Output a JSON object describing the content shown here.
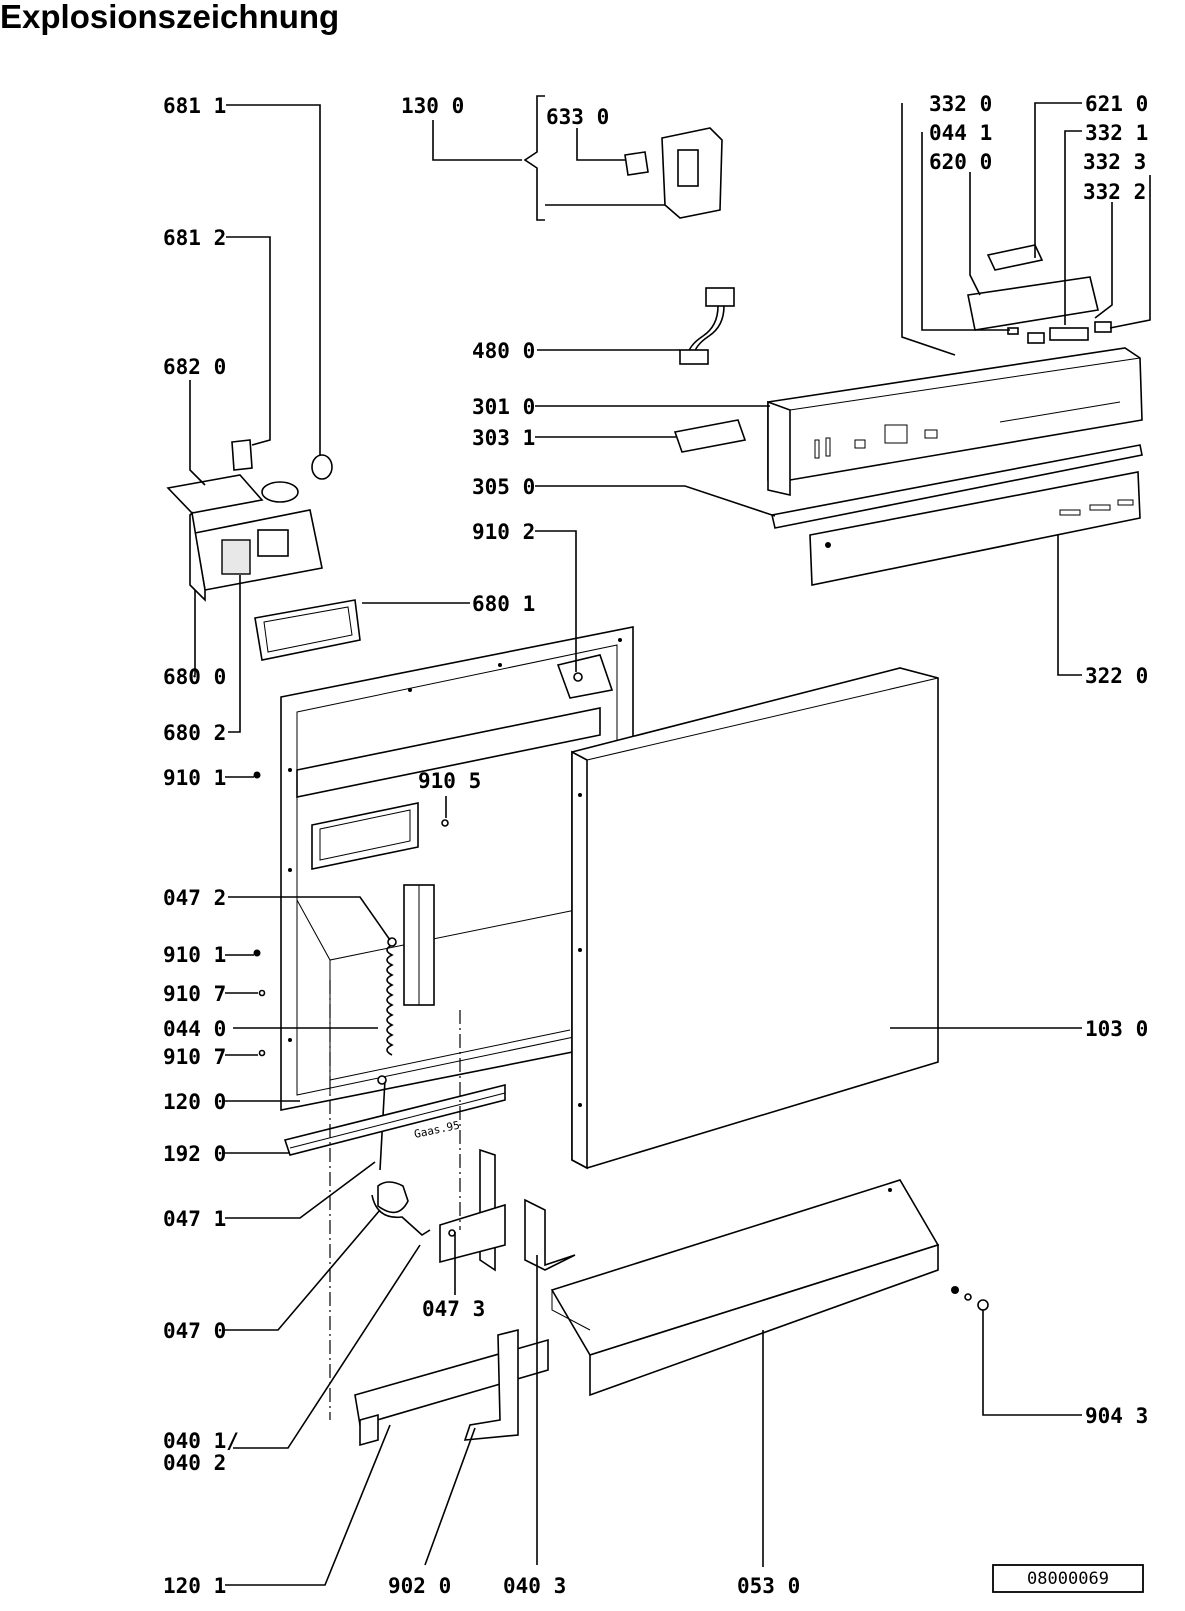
{
  "title": "Explosionszeichnung",
  "document_number": "08000069",
  "part_labels": {
    "l6811": "681 1",
    "l6812": "681 2",
    "l6820": "682 0",
    "l6800": "680 0",
    "l6802": "680 2",
    "l6801": "680 1",
    "l1300": "130 0",
    "l6330": "633 0",
    "l4800": "480 0",
    "l3010": "301 0",
    "l3031": "303 1",
    "l3050": "305 0",
    "l9102": "910 2",
    "l3320": "332 0",
    "l0441": "044 1",
    "l6200": "620 0",
    "l6210": "621 0",
    "l3321": "332 1",
    "l3323": "332 3",
    "l3322": "332 2",
    "l3220": "322 0",
    "l9101a": "910 1",
    "l9105": "910 5",
    "l0472": "047 2",
    "l9101b": "910 1",
    "l9107a": "910 7",
    "l0440": "044 0",
    "l9107b": "910 7",
    "l1200": "120 0",
    "l1920": "192 0",
    "l0471": "047 1",
    "l0470": "047 0",
    "l0473": "047 3",
    "l0401": "040 1/",
    "l0402": "040 2",
    "l1201": "120 1",
    "l9020": "902 0",
    "l0403": "040 3",
    "l0530": "053 0",
    "l1030": "103 0",
    "l9043": "904 3"
  },
  "panel_marking": "Gaas.95"
}
